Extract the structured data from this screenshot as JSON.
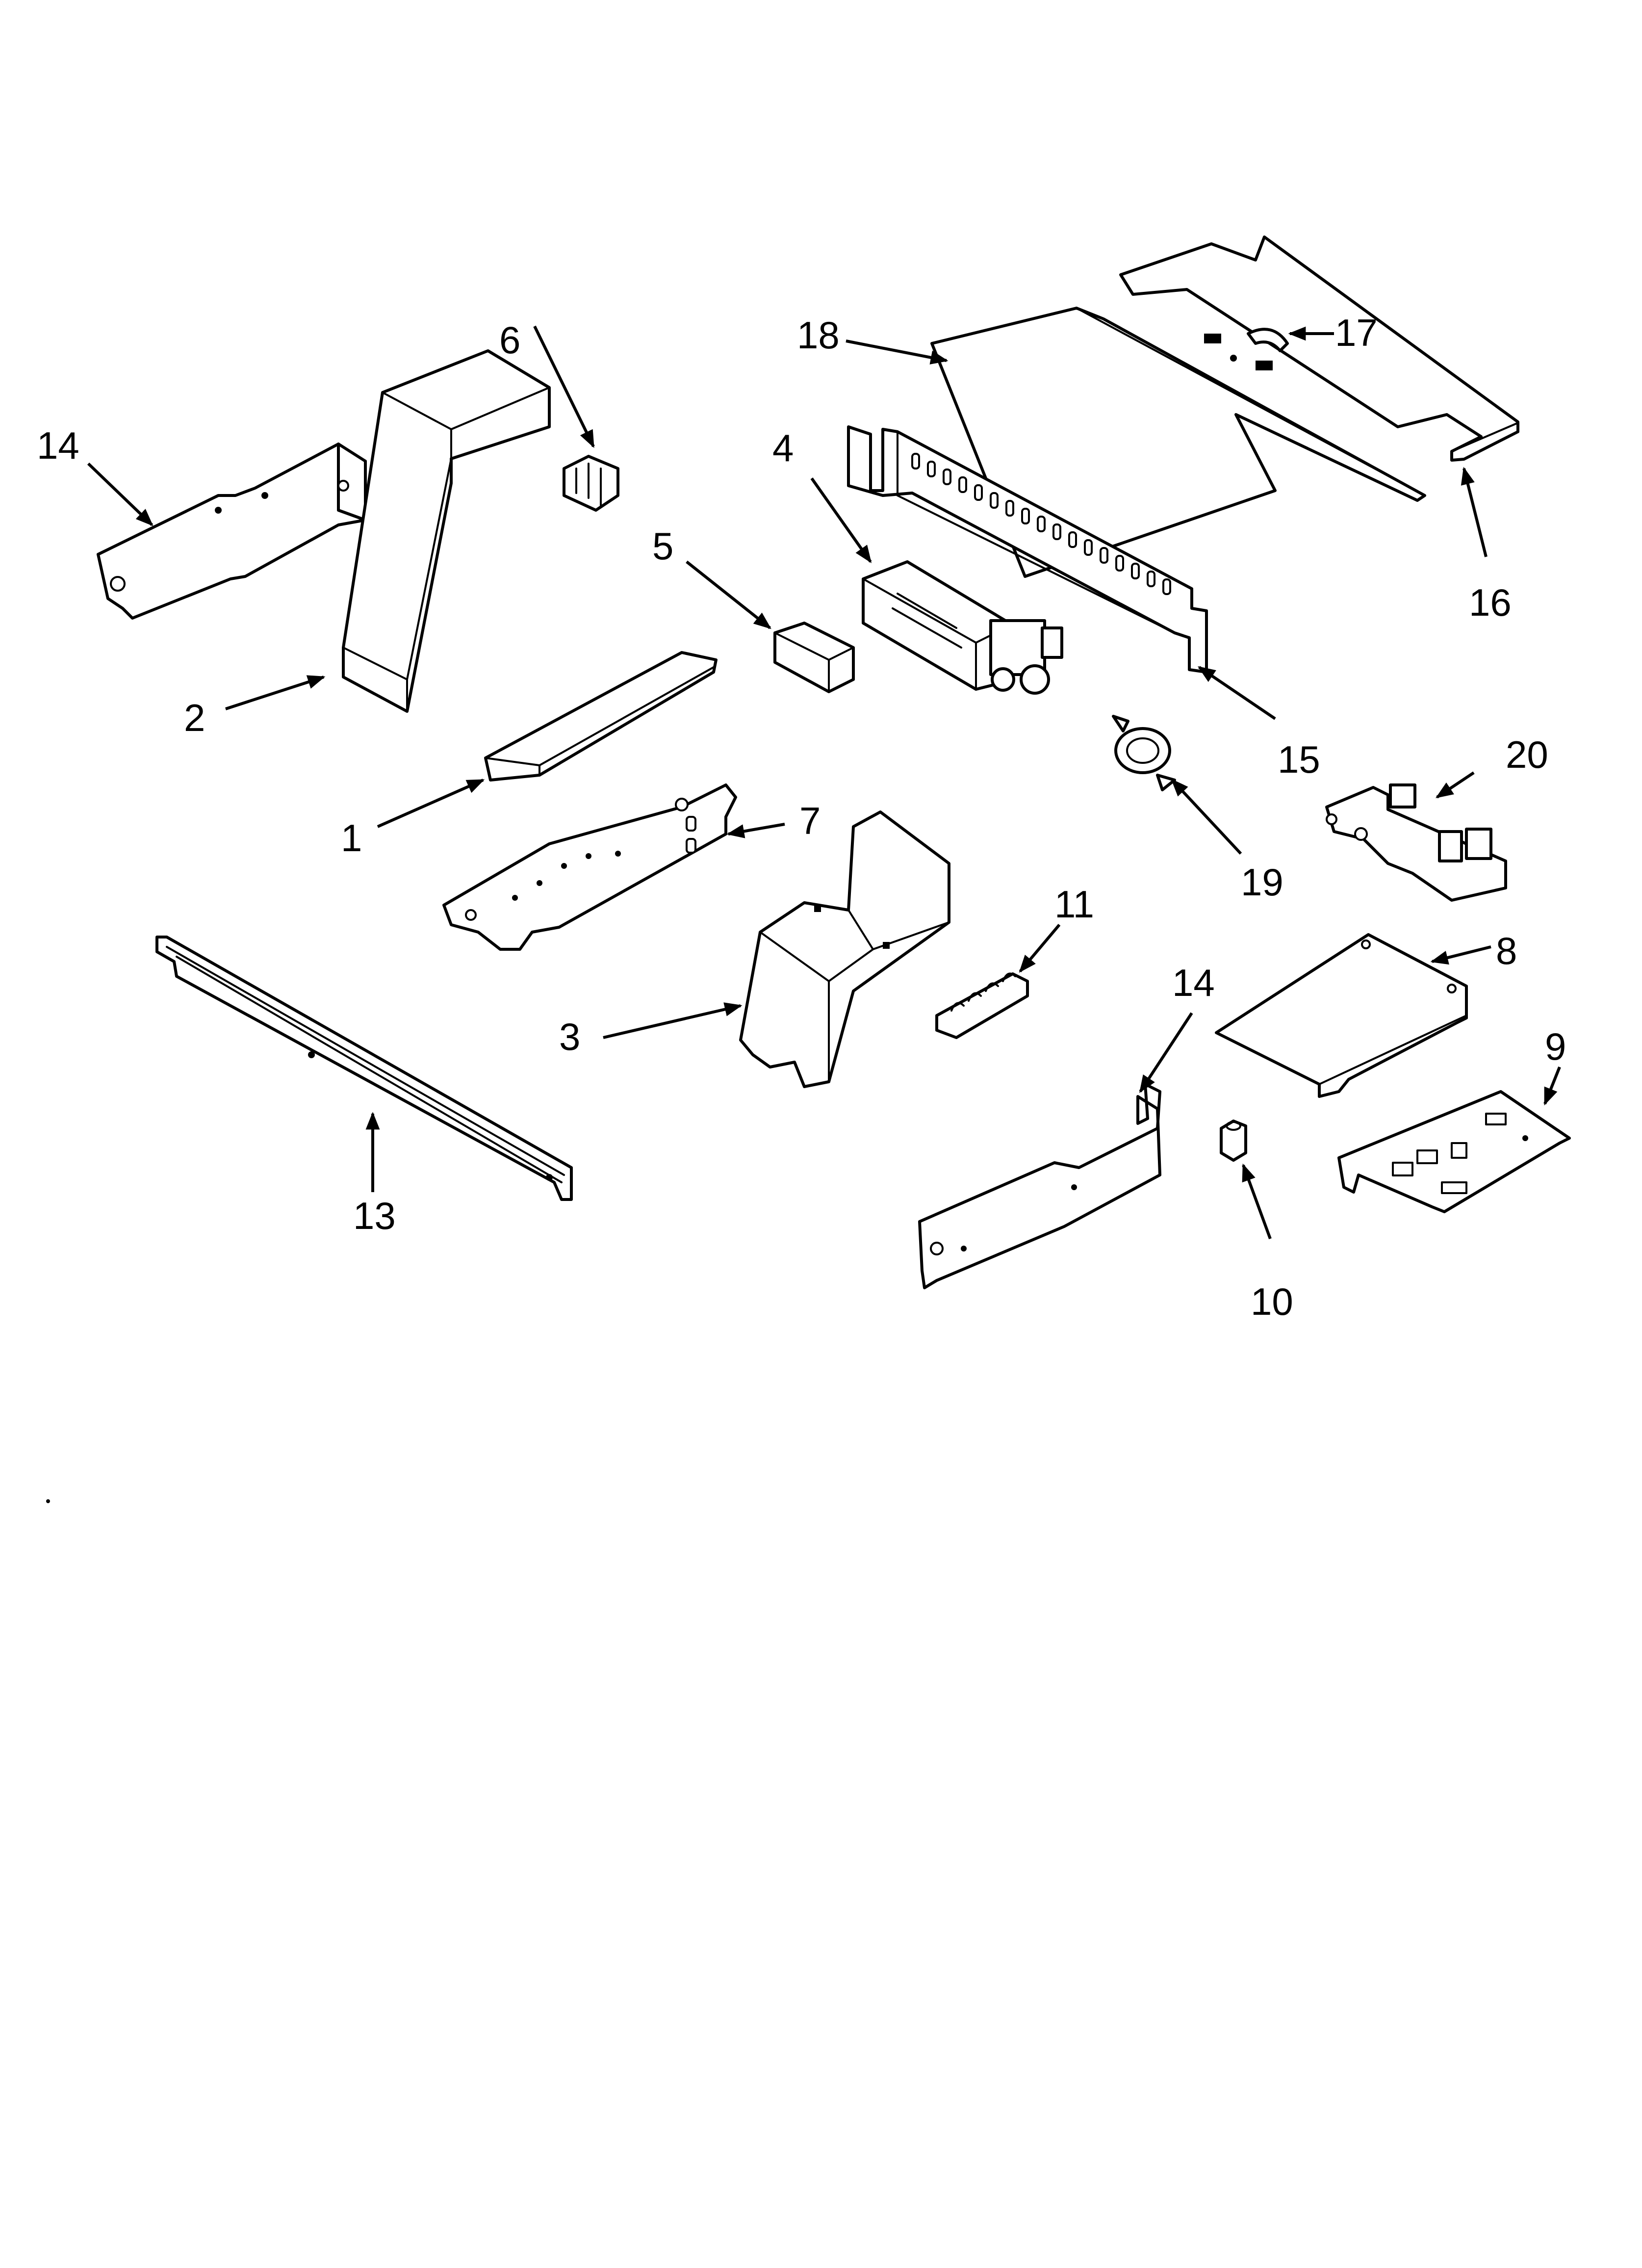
{
  "callouts": [
    {
      "id": "c1",
      "label": "1"
    },
    {
      "id": "c2",
      "label": "2"
    },
    {
      "id": "c3",
      "label": "3"
    },
    {
      "id": "c4",
      "label": "4"
    },
    {
      "id": "c5",
      "label": "5"
    },
    {
      "id": "c6",
      "label": "6"
    },
    {
      "id": "c7",
      "label": "7"
    },
    {
      "id": "c8",
      "label": "8"
    },
    {
      "id": "c9",
      "label": "9"
    },
    {
      "id": "c10",
      "label": "10"
    },
    {
      "id": "c11",
      "label": "11"
    },
    {
      "id": "c13",
      "label": "13"
    },
    {
      "id": "c14a",
      "label": "14"
    },
    {
      "id": "c14b",
      "label": "14"
    },
    {
      "id": "c15",
      "label": "15"
    },
    {
      "id": "c16",
      "label": "16"
    },
    {
      "id": "c17",
      "label": "17"
    },
    {
      "id": "c18",
      "label": "18"
    },
    {
      "id": "c19",
      "label": "19"
    },
    {
      "id": "c20",
      "label": "20"
    }
  ]
}
